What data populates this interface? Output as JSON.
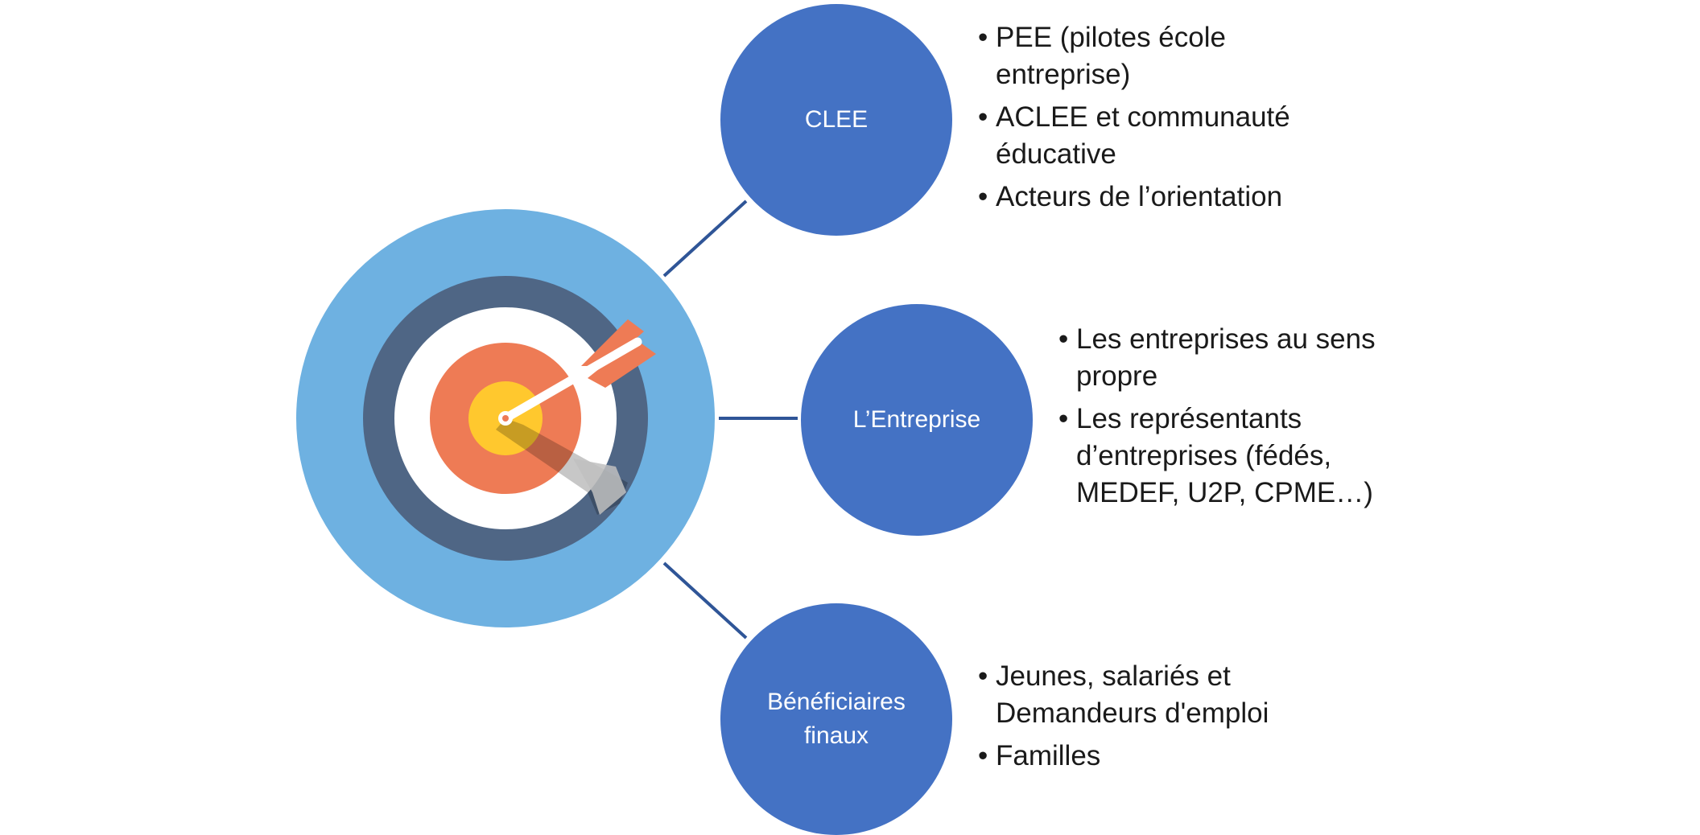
{
  "nodes": {
    "clee": {
      "label": "CLEE",
      "items": [
        "PEE (pilotes école entreprise)",
        "ACLEE et communauté éducative",
        "Acteurs de l’orientation"
      ]
    },
    "entreprise": {
      "label": "L’Entreprise",
      "items": [
        "Les entreprises au sens propre",
        "Les représentants d’entreprises (fédés, MEDEF, U2P, CPME…)"
      ]
    },
    "beneficiaires": {
      "label": "Bénéficiaires finaux",
      "items": [
        "Jeunes, salariés et Demandeurs d'emploi",
        "Familles"
      ]
    }
  },
  "colors": {
    "node_fill": "#4472C4",
    "connector": "#2F5597",
    "target_outer": "#6EB1E1",
    "target_ring_dark": "#4F6685",
    "target_ring_white": "#FFFFFF",
    "target_orange": "#EE7B55",
    "target_yellow": "#FFC82E",
    "arrow_fletching": "#EE7B55",
    "arrow_shaft": "#FFFFFF"
  },
  "icons": {
    "target": "target-with-arrow-icon"
  }
}
